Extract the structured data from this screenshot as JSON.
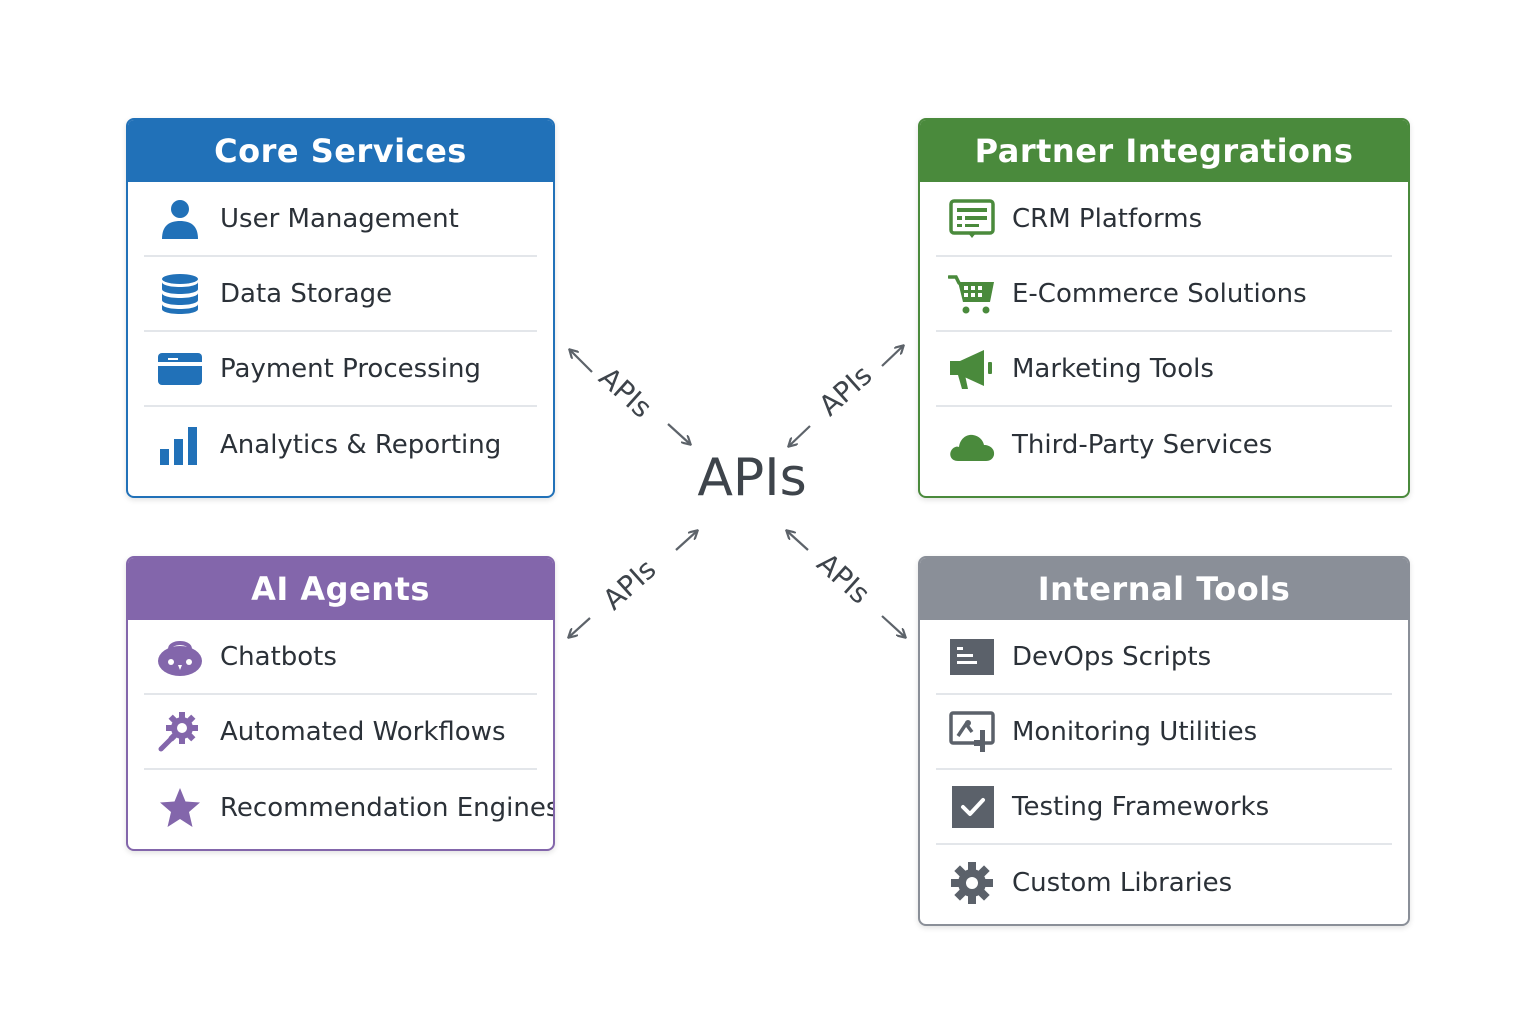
{
  "center": {
    "label": "APIs"
  },
  "connectors": [
    {
      "label": "APIs"
    },
    {
      "label": "APIs"
    },
    {
      "label": "APIs"
    },
    {
      "label": "APIs"
    }
  ],
  "colors": {
    "core": "#2171b8",
    "partner": "#4a8a3c",
    "ai": "#8366ab",
    "internal": "#8a8f98",
    "connector": "#5d636a"
  },
  "panels": {
    "core": {
      "title": "Core Services",
      "items": [
        {
          "label": "User Management",
          "icon": "user-icon"
        },
        {
          "label": "Data Storage",
          "icon": "database-icon"
        },
        {
          "label": "Payment Processing",
          "icon": "credit-card-icon"
        },
        {
          "label": "Analytics & Reporting",
          "icon": "bar-chart-icon"
        }
      ]
    },
    "partner": {
      "title": "Partner Integrations",
      "items": [
        {
          "label": "CRM Platforms",
          "icon": "crm-screen-icon"
        },
        {
          "label": "E-Commerce Solutions",
          "icon": "shopping-cart-icon"
        },
        {
          "label": "Marketing Tools",
          "icon": "megaphone-icon"
        },
        {
          "label": "Third-Party Services",
          "icon": "cloud-icon"
        }
      ]
    },
    "ai": {
      "title": "AI Agents",
      "items": [
        {
          "label": "Chatbots",
          "icon": "robot-icon"
        },
        {
          "label": "Automated Workflows",
          "icon": "gear-wrench-icon"
        },
        {
          "label": "Recommendation Engines",
          "icon": "star-icon"
        }
      ]
    },
    "internal": {
      "title": "Internal Tools",
      "items": [
        {
          "label": "DevOps Scripts",
          "icon": "script-icon"
        },
        {
          "label": "Monitoring Utilities",
          "icon": "monitor-icon"
        },
        {
          "label": "Testing Frameworks",
          "icon": "checkbox-icon"
        },
        {
          "label": "Custom Libraries",
          "icon": "gear-icon"
        }
      ]
    }
  }
}
